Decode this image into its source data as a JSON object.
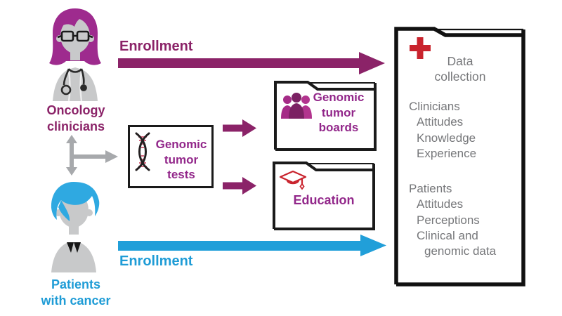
{
  "palette": {
    "purple_arrow": "#8b2368",
    "label_purple": "#92278a",
    "blue_arrow": "#219fd9",
    "blue_text": "#1f9cd6",
    "gray_text": "#76777a",
    "gray_arrow": "#a7a9ac",
    "red": "#c9232d",
    "hair_magenta": "#9e2b8e",
    "hair_blue": "#2fa9e1",
    "skin_gray": "#c8c9ca",
    "outline_black": "#1a1a1a"
  },
  "actors": {
    "clinician": {
      "line1": "Oncology",
      "line2": "clinicians",
      "avatar": "female-clinician-icon"
    },
    "patient": {
      "line1": "Patients",
      "line2": "with cancer",
      "avatar": "patient-icon"
    }
  },
  "arrows": {
    "clinician_enrollment": "Enrollment",
    "patient_enrollment": "Enrollment"
  },
  "tests_box": {
    "icon": "dna-icon",
    "line1": "Genomic",
    "line2": "tumor",
    "line3": "tests"
  },
  "boards_folder": {
    "icon": "team-icon",
    "line1": "Genomic",
    "line2": "tumor",
    "line3": "boards"
  },
  "education_folder": {
    "icon": "graduation-cap-icon",
    "label": "Education"
  },
  "data_folder": {
    "icon": "medical-cross-icon",
    "title_line1": "Data",
    "title_line2": "collection",
    "clinicians": {
      "header": "Clinicians",
      "items": [
        "Attitudes",
        "Knowledge",
        "Experience"
      ]
    },
    "patients": {
      "header": "Patients",
      "items": [
        "Attitudes",
        "Perceptions",
        "Clinical and",
        "genomic data"
      ]
    }
  }
}
